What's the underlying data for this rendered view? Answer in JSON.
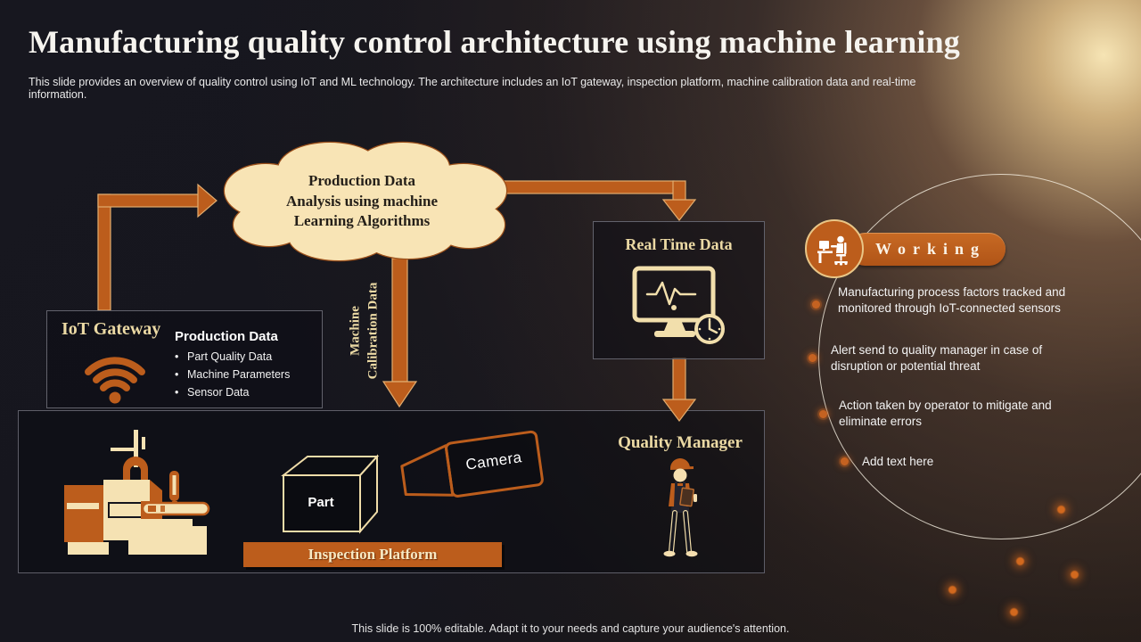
{
  "slide": {
    "title": "Manufacturing quality control architecture using machine learning",
    "subtitle": "This slide provides an overview of quality control using IoT and ML technology. The architecture includes an IoT gateway, inspection platform, machine calibration data and real-time information.",
    "footer": "This slide is 100% editable. Adapt it to your needs and capture your audience's attention."
  },
  "diagram": {
    "cloud": {
      "lines": [
        "Production Data",
        "Analysis using machine",
        "Learning Algorithms"
      ]
    },
    "machine_calibration": {
      "lines": [
        "Machine",
        "Calibration Data"
      ]
    },
    "iot_gateway": {
      "title": "IoT Gateway",
      "icon": "wifi-icon",
      "panel_title": "Production Data",
      "bullets": [
        "Part Quality Data",
        "Machine Parameters",
        "Sensor Data"
      ]
    },
    "real_time_data": {
      "title": "Real Time Data",
      "icon": "monitor-pulse-clock-icon"
    },
    "quality_manager": {
      "title": "Quality Manager",
      "icon": "inspector-person-icon"
    },
    "inspection": {
      "part_label": "Part",
      "camera_label": "Camera",
      "platform_label": "Inspection Platform",
      "machine_icon": "cnc-machine-icon"
    }
  },
  "working": {
    "title": "Working",
    "icon": "operator-at-desk-icon",
    "items": [
      {
        "text": "Manufacturing process factors tracked and monitored through IoT-connected sensors"
      },
      {
        "text": "Alert send to quality manager in case of disruption or potential threat"
      },
      {
        "text": "Action taken by operator to mitigate and eliminate errors"
      },
      {
        "text": "Add text here"
      }
    ]
  },
  "colors": {
    "accent_orange": "#BC5D1C",
    "cream": "#F5E2B3",
    "heading_cream": "#EBD9A4",
    "background": "#16161E"
  }
}
